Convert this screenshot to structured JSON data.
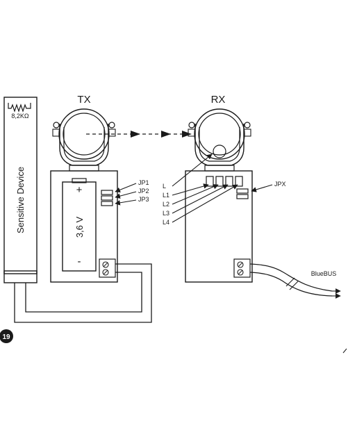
{
  "figure_number": "19",
  "resistor_value": "8,2KΩ",
  "sensitive_device_label": "Sensitive Device",
  "tx_label": "TX",
  "rx_label": "RX",
  "battery": {
    "voltage": "3,6 V",
    "plus": "+",
    "minus": "-"
  },
  "tx_jumpers": [
    "JP1",
    "JP2",
    "JP3"
  ],
  "rx_led_labels": [
    "L",
    "L1",
    "L2",
    "L3",
    "L4"
  ],
  "rx_jumper": "JPX",
  "bus_label": "BlueBUS"
}
